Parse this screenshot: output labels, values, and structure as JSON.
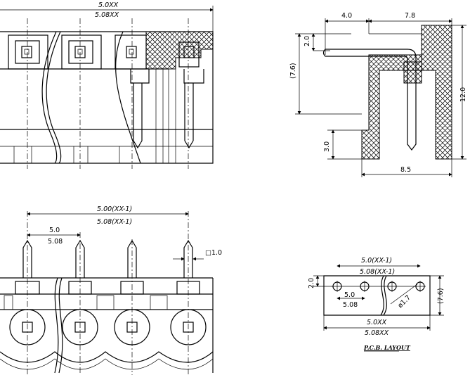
{
  "front_view": {
    "overall_dim_1": "5.0XX",
    "overall_dim_2": "5.08XX"
  },
  "side_view": {
    "dim_top_left": "4.0",
    "dim_top_right": "7.8",
    "dim_pin_offset": "2.0",
    "dim_height_ref": "(7.6)",
    "dim_total_height": "12.0",
    "dim_bottom_height": "3.0",
    "dim_depth": "8.5"
  },
  "bottom_view": {
    "span_dim_1": "5.00(XX-1)",
    "span_dim_2": "5.08(XX-1)",
    "pitch_1": "5.0",
    "pitch_2": "5.08",
    "pin_square": "□1.0"
  },
  "pcb_layout": {
    "title": "P.C.B. LAYOUT",
    "span_dim_1": "5.0(XX-1)",
    "span_dim_2": "5.08(XX-1)",
    "row_offset": "2.0",
    "pitch_1": "5.0",
    "pitch_2": "5.08",
    "hole_dia": "ø1.7",
    "height_ref": "(7.6)",
    "overall_1": "5.0XX",
    "overall_2": "5.08XX"
  }
}
